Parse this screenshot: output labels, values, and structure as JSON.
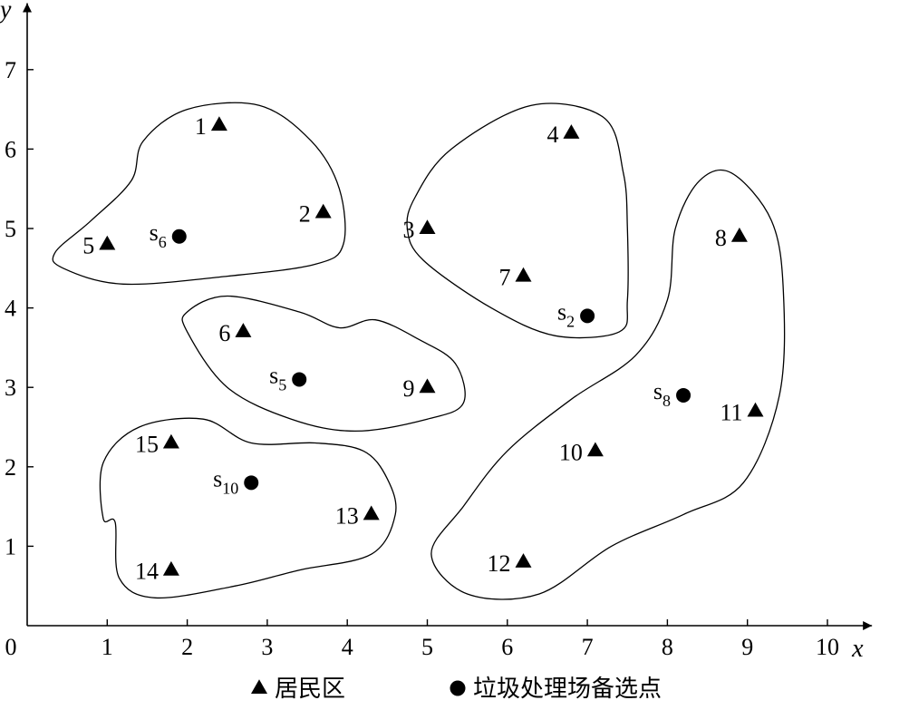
{
  "chart_data": {
    "type": "scatter",
    "xlabel": "x",
    "ylabel": "y",
    "xlim": [
      0,
      10.5
    ],
    "ylim": [
      0,
      7.7
    ],
    "x_ticks": [
      {
        "value": 0,
        "label": "0"
      },
      {
        "value": 1,
        "label": "1"
      },
      {
        "value": 2,
        "label": "2"
      },
      {
        "value": 3,
        "label": "3"
      },
      {
        "value": 4,
        "label": "4"
      },
      {
        "value": 5,
        "label": "5"
      },
      {
        "value": 6,
        "label": "6"
      },
      {
        "value": 7,
        "label": "7"
      },
      {
        "value": 8,
        "label": "8"
      },
      {
        "value": 9,
        "label": "9"
      },
      {
        "value": 10,
        "label": "10"
      }
    ],
    "y_ticks": [
      {
        "value": 1,
        "label": "1"
      },
      {
        "value": 2,
        "label": "2"
      },
      {
        "value": 3,
        "label": "3"
      },
      {
        "value": 4,
        "label": "4"
      },
      {
        "value": 5,
        "label": "5"
      },
      {
        "value": 6,
        "label": "6"
      },
      {
        "value": 7,
        "label": "7"
      }
    ],
    "grid": false,
    "legend_position": "bottom",
    "series": [
      {
        "name": "居民区",
        "marker": "triangle",
        "points": [
          {
            "label": "1",
            "x": 2.4,
            "y": 6.3
          },
          {
            "label": "2",
            "x": 3.7,
            "y": 5.2
          },
          {
            "label": "3",
            "x": 5.0,
            "y": 5.0
          },
          {
            "label": "4",
            "x": 6.8,
            "y": 6.2
          },
          {
            "label": "5",
            "x": 1.0,
            "y": 4.8
          },
          {
            "label": "6",
            "x": 2.7,
            "y": 3.7
          },
          {
            "label": "7",
            "x": 6.2,
            "y": 4.4
          },
          {
            "label": "8",
            "x": 8.9,
            "y": 4.9
          },
          {
            "label": "9",
            "x": 5.0,
            "y": 3.0
          },
          {
            "label": "10",
            "x": 7.1,
            "y": 2.2
          },
          {
            "label": "11",
            "x": 9.1,
            "y": 2.7
          },
          {
            "label": "12",
            "x": 6.2,
            "y": 0.8
          },
          {
            "label": "13",
            "x": 4.3,
            "y": 1.4
          },
          {
            "label": "14",
            "x": 1.8,
            "y": 0.7
          },
          {
            "label": "15",
            "x": 1.8,
            "y": 2.3
          }
        ]
      },
      {
        "name": "垃圾处理场备选点",
        "marker": "circle",
        "points": [
          {
            "label": "s",
            "sub": "6",
            "x": 1.9,
            "y": 4.9
          },
          {
            "label": "s",
            "sub": "2",
            "x": 7.0,
            "y": 3.9
          },
          {
            "label": "s",
            "sub": "5",
            "x": 3.4,
            "y": 3.1
          },
          {
            "label": "s",
            "sub": "8",
            "x": 8.2,
            "y": 2.9
          },
          {
            "label": "s",
            "sub": "10",
            "x": 2.8,
            "y": 1.8
          }
        ]
      }
    ],
    "regions": [
      {
        "members": [
          "1",
          "2",
          "5",
          "s6"
        ],
        "outline": [
          [
            0.35,
            4.7
          ],
          [
            0.45,
            4.5
          ],
          [
            1.2,
            4.3
          ],
          [
            2.5,
            4.4
          ],
          [
            3.6,
            4.55
          ],
          [
            3.95,
            4.8
          ],
          [
            3.9,
            5.5
          ],
          [
            3.55,
            6.1
          ],
          [
            2.9,
            6.55
          ],
          [
            2.0,
            6.5
          ],
          [
            1.45,
            6.1
          ],
          [
            1.3,
            5.6
          ],
          [
            0.8,
            5.1
          ]
        ]
      },
      {
        "members": [
          "3",
          "4",
          "7",
          "s2"
        ],
        "outline": [
          [
            4.95,
            4.6
          ],
          [
            5.8,
            4.0
          ],
          [
            6.6,
            3.65
          ],
          [
            7.4,
            3.7
          ],
          [
            7.5,
            4.1
          ],
          [
            7.5,
            5.0
          ],
          [
            7.45,
            5.7
          ],
          [
            7.2,
            6.4
          ],
          [
            6.3,
            6.55
          ],
          [
            5.3,
            6.0
          ],
          [
            4.85,
            5.4
          ],
          [
            4.75,
            5.0
          ]
        ]
      },
      {
        "members": [
          "6",
          "9",
          "s5"
        ],
        "outline": [
          [
            2.0,
            3.7
          ],
          [
            2.5,
            3.0
          ],
          [
            3.3,
            2.6
          ],
          [
            4.1,
            2.45
          ],
          [
            5.0,
            2.6
          ],
          [
            5.45,
            2.8
          ],
          [
            5.35,
            3.3
          ],
          [
            4.9,
            3.6
          ],
          [
            4.35,
            3.85
          ],
          [
            3.9,
            3.75
          ],
          [
            3.4,
            3.95
          ],
          [
            2.5,
            4.15
          ],
          [
            2.0,
            3.95
          ]
        ]
      },
      {
        "members": [
          "8",
          "10",
          "11",
          "12",
          "s8"
        ],
        "outline": [
          [
            5.05,
            0.9
          ],
          [
            5.5,
            0.4
          ],
          [
            6.4,
            0.4
          ],
          [
            7.3,
            1.0
          ],
          [
            8.2,
            1.4
          ],
          [
            8.95,
            1.8
          ],
          [
            9.4,
            2.9
          ],
          [
            9.45,
            4.2
          ],
          [
            9.3,
            5.1
          ],
          [
            8.8,
            5.7
          ],
          [
            8.4,
            5.6
          ],
          [
            8.1,
            5.0
          ],
          [
            8.0,
            4.1
          ],
          [
            7.6,
            3.4
          ],
          [
            6.8,
            2.85
          ],
          [
            6.0,
            2.2
          ],
          [
            5.45,
            1.5
          ]
        ]
      },
      {
        "members": [
          "13",
          "14",
          "15",
          "s10"
        ],
        "outline": [
          [
            0.95,
            1.35
          ],
          [
            1.1,
            1.3
          ],
          [
            1.15,
            0.6
          ],
          [
            1.6,
            0.35
          ],
          [
            2.6,
            0.5
          ],
          [
            3.4,
            0.7
          ],
          [
            4.3,
            0.9
          ],
          [
            4.6,
            1.4
          ],
          [
            4.5,
            1.85
          ],
          [
            4.2,
            2.2
          ],
          [
            3.6,
            2.3
          ],
          [
            2.8,
            2.3
          ],
          [
            2.2,
            2.6
          ],
          [
            1.4,
            2.5
          ],
          [
            0.95,
            2.05
          ]
        ]
      }
    ],
    "legend": [
      {
        "marker": "triangle",
        "label": "居民区"
      },
      {
        "marker": "circle",
        "label": "垃圾处理场备选点"
      }
    ]
  }
}
